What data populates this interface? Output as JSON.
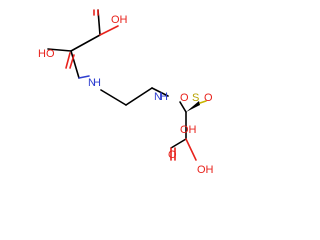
{
  "molecule": {
    "labels": {
      "top_acid": "OH",
      "left_acid": "HO",
      "amine_left": "N",
      "amine_left_h": "H",
      "amine_right": "N",
      "amine_right_h": "H",
      "sulfonyl_o": "O",
      "sulfur": "S",
      "sulfonic_o": "O",
      "sulfonic_oh": "OH",
      "bottom_acid": "OH"
    },
    "colors": {
      "oxygen": "#e8231d",
      "nitrogen": "#2f3fd0",
      "sulfur": "#b8a300",
      "carbon_bond": "#000000"
    }
  }
}
